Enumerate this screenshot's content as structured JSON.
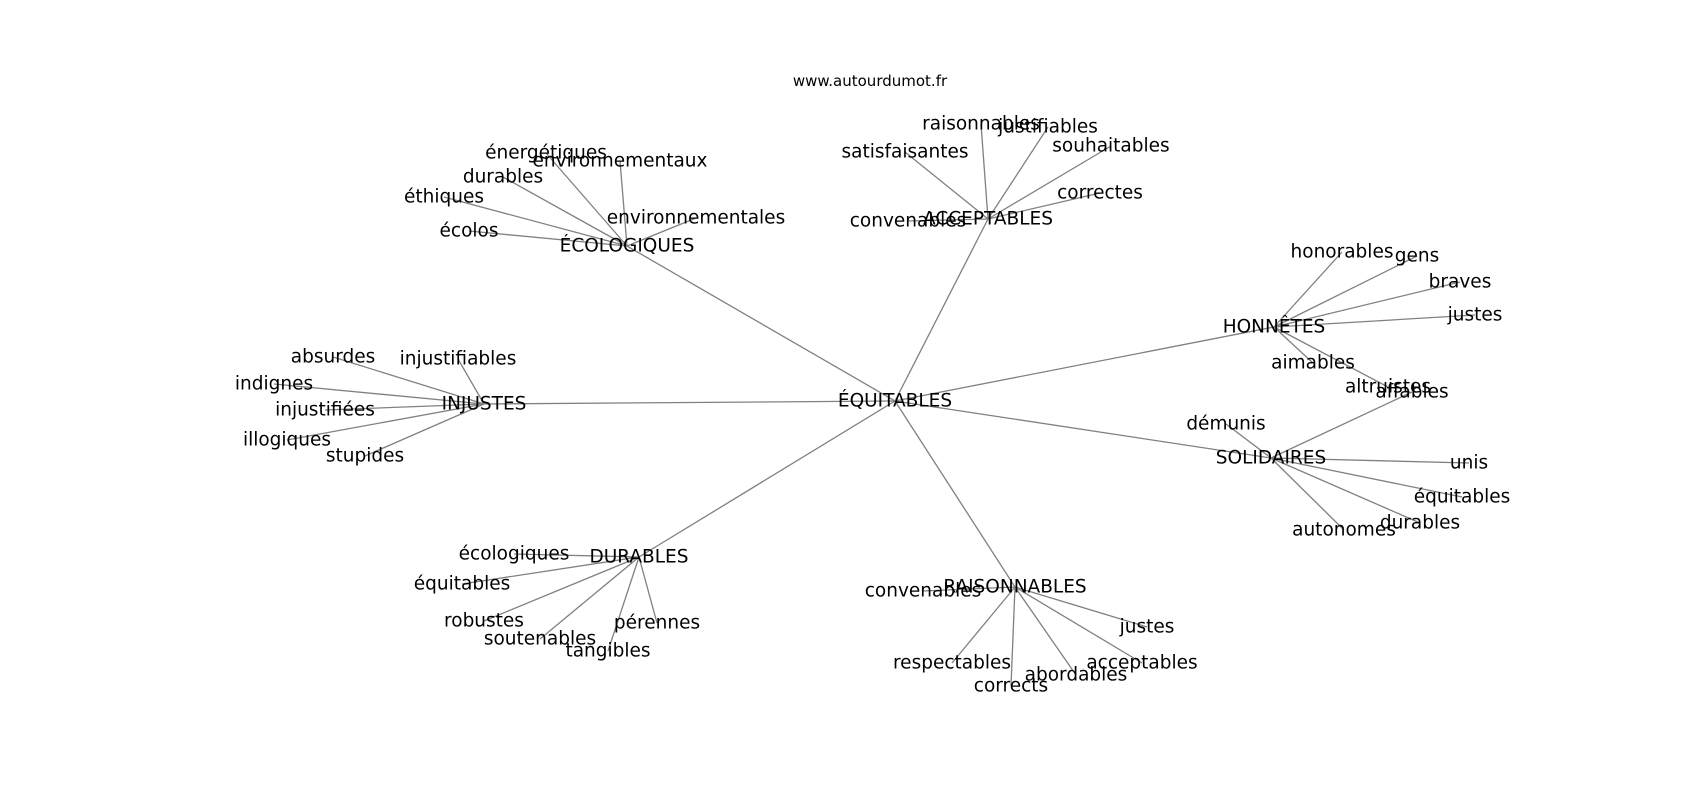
{
  "site": "www.autourdumot.fr",
  "colors": {
    "edge": "#808080",
    "text": "#000000",
    "background": "#ffffff"
  },
  "graph": {
    "root": "ÉQUITABLES",
    "hubs": [
      {
        "label": "ÉCOLOGIQUES",
        "leaves": [
          "énergétiques",
          "environnementaux",
          "durables",
          "éthiques",
          "écolos",
          "environnementales"
        ]
      },
      {
        "label": "ACCEPTABLES",
        "leaves": [
          "raisonnables",
          "justifiables",
          "satisfaisantes",
          "souhaitables",
          "correctes",
          "convenables"
        ]
      },
      {
        "label": "HONNÊTES",
        "leaves": [
          "honorables",
          "gens",
          "braves",
          "justes",
          "aimables",
          "altruistes"
        ]
      },
      {
        "label": "SOLIDAIRES",
        "leaves": [
          "affables",
          "démunis",
          "unis",
          "équitables",
          "durables",
          "autonomes"
        ]
      },
      {
        "label": "RAISONNABLES",
        "leaves": [
          "convenables",
          "justes",
          "acceptables",
          "abordables",
          "corrects",
          "respectables"
        ]
      },
      {
        "label": "DURABLES",
        "leaves": [
          "écologiques",
          "équitables",
          "robustes",
          "soutenables",
          "tangibles",
          "pérennes"
        ]
      },
      {
        "label": "INJUSTES",
        "leaves": [
          "absurdes",
          "injustifiables",
          "indignes",
          "injustifiées",
          "illogiques",
          "stupides"
        ]
      }
    ]
  }
}
